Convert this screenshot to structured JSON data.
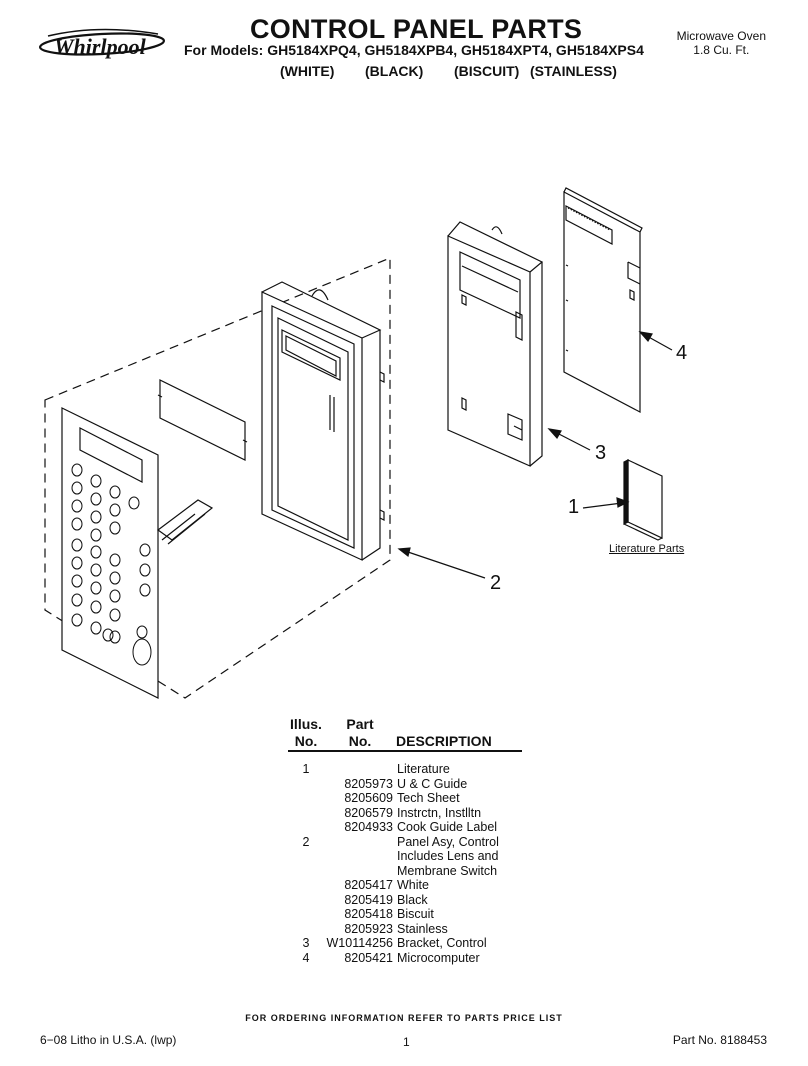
{
  "header": {
    "brand": "Whirlpool",
    "title": "CONTROL PANEL PARTS",
    "models": "For Models: GH5184XPQ4, GH5184XPB4, GH5184XPT4, GH5184XPS4",
    "variants": [
      "(WHITE)",
      "(BLACK)",
      "(BISCUIT)",
      "(STAINLESS)"
    ],
    "product_line1": "Microwave Oven",
    "product_line2": "1.8 Cu. Ft."
  },
  "diagram": {
    "callouts": [
      "4",
      "3",
      "1",
      "2"
    ],
    "literature_label": "Literature Parts"
  },
  "parts_table": {
    "headers": {
      "illus": [
        "Illus.",
        "No."
      ],
      "part": [
        "Part",
        "No."
      ],
      "description": "DESCRIPTION"
    },
    "rows": [
      {
        "illus": "1",
        "part": "",
        "desc": "Literature"
      },
      {
        "illus": "",
        "part": "8205973",
        "desc": "U & C Guide"
      },
      {
        "illus": "",
        "part": "8205609",
        "desc": "Tech Sheet"
      },
      {
        "illus": "",
        "part": "8206579",
        "desc": "Instrctn, Instlltn"
      },
      {
        "illus": "",
        "part": "8204933",
        "desc": "Cook Guide Label"
      },
      {
        "illus": "2",
        "part": "",
        "desc": "Panel Asy, Control"
      },
      {
        "illus": "",
        "part": "",
        "desc": "Includes Lens and"
      },
      {
        "illus": "",
        "part": "",
        "desc": "Membrane Switch"
      },
      {
        "illus": "",
        "part": "8205417",
        "desc": "White"
      },
      {
        "illus": "",
        "part": "8205419",
        "desc": "Black"
      },
      {
        "illus": "",
        "part": "8205418",
        "desc": "Biscuit"
      },
      {
        "illus": "",
        "part": "8205923",
        "desc": "Stainless"
      },
      {
        "illus": "3",
        "part": "W10114256",
        "desc": "Bracket, Control"
      },
      {
        "illus": "4",
        "part": "8205421",
        "desc": "Microcomputer"
      }
    ]
  },
  "footer": {
    "order_note": "FOR ORDERING INFORMATION REFER TO PARTS PRICE LIST",
    "litho": "6−08 Litho in U.S.A. (lwp)",
    "page": "1",
    "part_no": "Part No. 8188453"
  }
}
